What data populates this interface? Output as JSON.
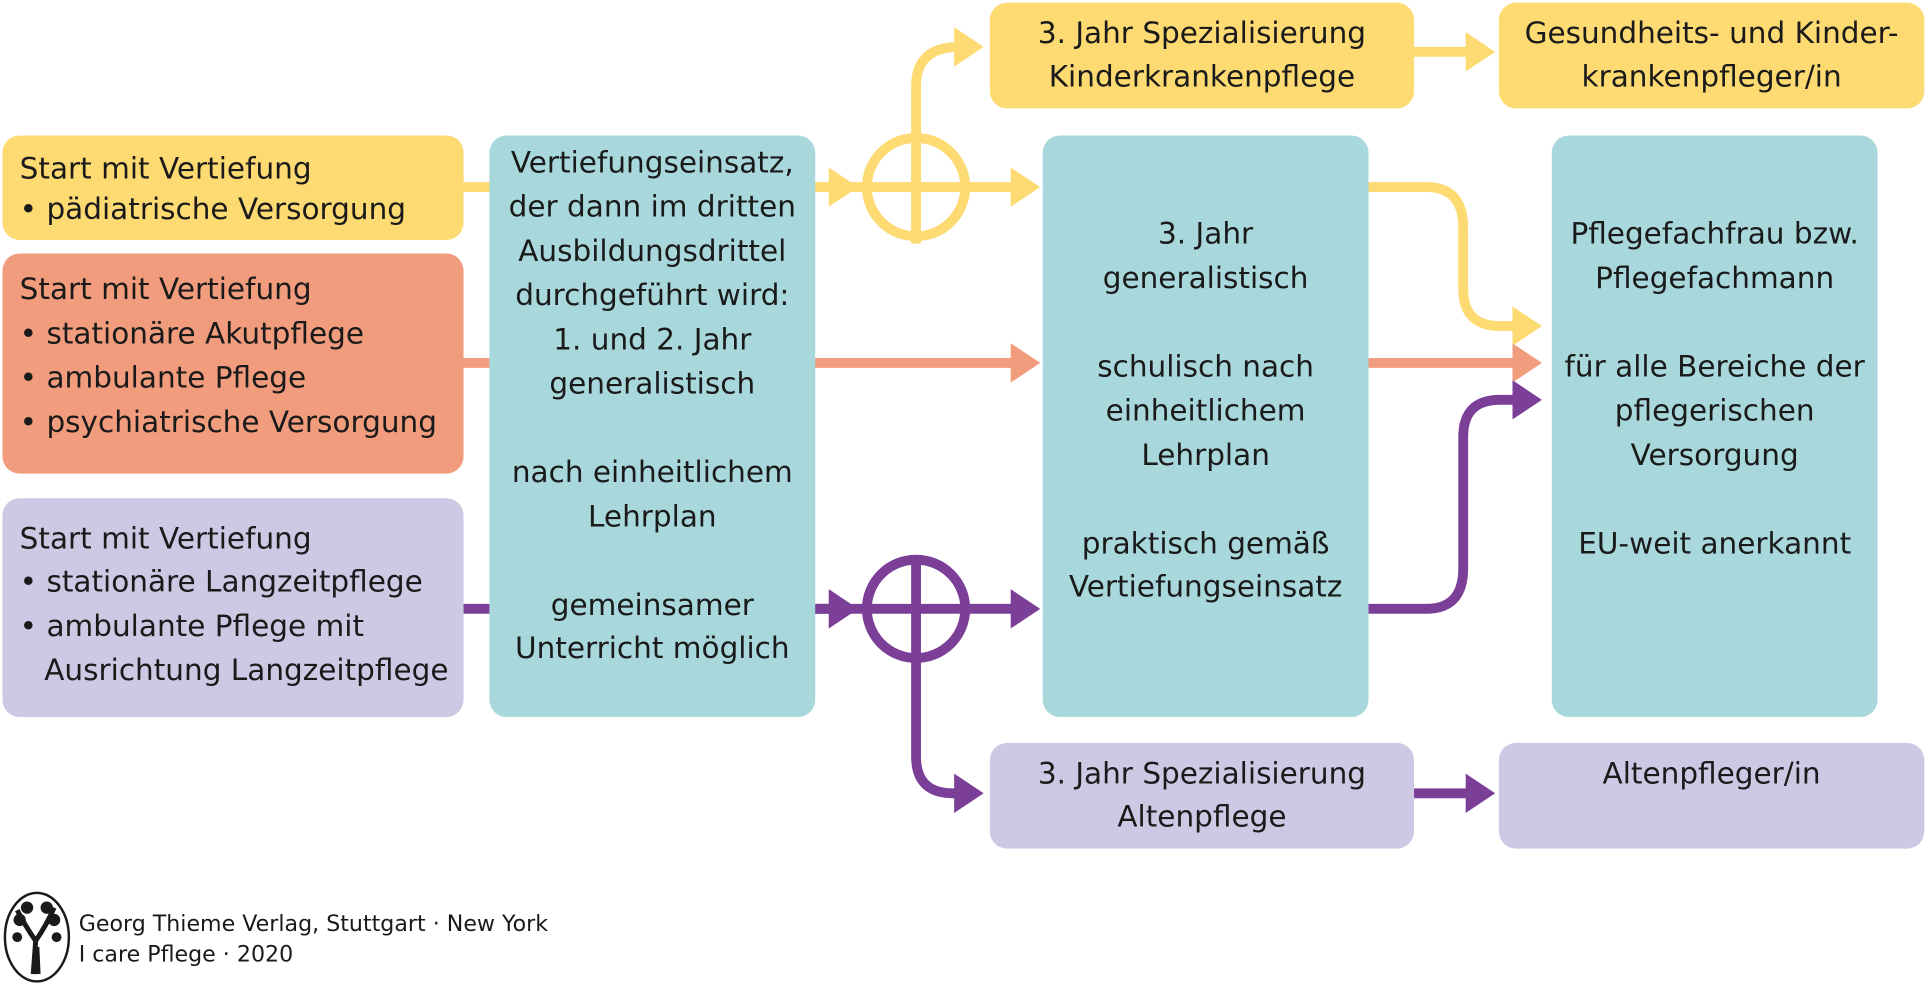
{
  "colors": {
    "yellow": "#FDDA72",
    "salmon": "#F29C7E",
    "lavender": "#CDC8E4",
    "teal": "#A9D8DC",
    "purple": "#7B3F98"
  },
  "boxes": {
    "start_paediatric": {
      "lines": [
        "Start mit Vertiefung",
        "• pädiatrische Versorgung"
      ]
    },
    "start_acute": {
      "lines": [
        "Start mit Vertiefung",
        "• stationäre Akutpflege",
        "• ambulante Pflege",
        "• psychiatrische Versorgung"
      ]
    },
    "start_longterm": {
      "lines": [
        "Start mit Vertiefung",
        "• stationäre Langzeitpflege",
        "• ambulante Pflege mit",
        "Ausrichtung Langzeitpflege"
      ]
    },
    "years_1_2": {
      "lines": [
        "Vertiefungseinsatz,",
        "der dann im dritten",
        "Ausbildungsdrittel",
        "durchgeführt wird:",
        "1. und 2. Jahr",
        "generalistisch",
        "nach einheitlichem",
        "Lehrplan",
        "gemeinsamer",
        "Unterricht möglich"
      ]
    },
    "spec_children": {
      "lines": [
        "3. Jahr Spezialisierung",
        "Kinderkrankenpflege"
      ]
    },
    "result_children": {
      "lines": [
        "Gesundheits- und Kinder-",
        "krankenpfleger/in"
      ]
    },
    "year_3_general": {
      "lines": [
        "3. Jahr",
        "generalistisch",
        "schulisch nach",
        "einheitlichem",
        "Lehrplan",
        "praktisch gemäß",
        "Vertiefungseinsatz"
      ]
    },
    "result_general": {
      "lines": [
        "Pflegefachfrau bzw.",
        "Pflegefachmann",
        "für alle Bereiche der",
        "pflegerischen",
        "Versorgung",
        "EU-weit anerkannt"
      ]
    },
    "spec_elderly": {
      "lines": [
        "3. Jahr Spezialisierung",
        "Altenpflege"
      ]
    },
    "result_elderly": {
      "lines": [
        "Altenpfleger/in"
      ]
    }
  },
  "footer": {
    "publisher": "Georg Thieme Verlag, Stuttgart · New York",
    "book": "I care Pflege · 2020"
  }
}
